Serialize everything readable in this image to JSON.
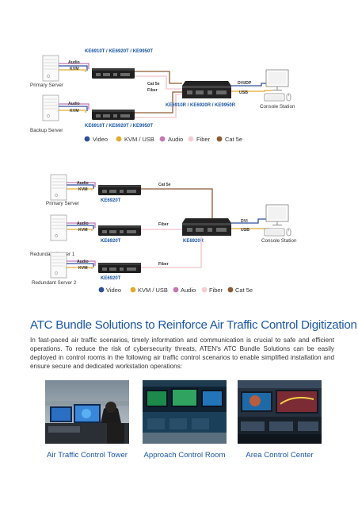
{
  "diagram1": {
    "kvm_tx_label": "KE6910T / KE6920T / KE9950T",
    "kvm_tx_label_bottom": "KE6910T / KE6920T / KE9950T",
    "kvm_rx_label": "KE6910R / KE6920R / KE9950R",
    "primary_server": "Primary Server",
    "backup_server": "Backup Server",
    "console_station": "Console Station",
    "audio": "Audio",
    "kvm": "KVM",
    "cat5e": "Cat 5e",
    "fiber": "Fiber",
    "dvi_dp": "DVI/DP",
    "usb": "USB"
  },
  "legend1": {
    "items": [
      {
        "label": "Video",
        "color": "#2e4f9a"
      },
      {
        "label": "KVM / USB",
        "color": "#e1ab2e"
      },
      {
        "label": "Audio",
        "color": "#c477b4"
      },
      {
        "label": "Fiber",
        "color": "#f4cdd4"
      },
      {
        "label": "Cat 5e",
        "color": "#8c5a33"
      }
    ]
  },
  "diagram2": {
    "primary_server": "Primary Server",
    "redundant_server_1": "Redundant Server 1",
    "redundant_server_2": "Redundant Server 2",
    "console_station": "Console Station",
    "tx_label_1": "KE6920T",
    "tx_label_2": "KE6920T",
    "tx_label_3": "KE6920T",
    "rx_label": "KE6920R",
    "audio": "Audio",
    "kvm": "KVM",
    "cat5e": "Cat 5e",
    "fiber": "Fiber",
    "dvi": "DVI",
    "usb": "USB"
  },
  "legend2": {
    "items": [
      {
        "label": "Video",
        "color": "#2e4f9a"
      },
      {
        "label": "KVM / USB",
        "color": "#e1ab2e"
      },
      {
        "label": "Audio",
        "color": "#c477b4"
      },
      {
        "label": "Fiber",
        "color": "#f4cdd4"
      },
      {
        "label": "Cat 5e",
        "color": "#8c5a33"
      }
    ]
  },
  "section": {
    "heading": "ATC Bundle Solutions to Reinforce Air Traffic Control Digitization",
    "intro": "In fast-paced air traffic scenarios, timely information and communication is crucial to safe and efficient operations. To reduce the risk of cybersecurity threats, ATEN's ATC Bundle Solutions can be easily deployed in control rooms in the following air traffic control scenarios to enable simplified installation and ensure secure and dedicated workstation operations:",
    "photos": [
      {
        "caption": "Air Traffic Control Tower"
      },
      {
        "caption": "Approach Control Room"
      },
      {
        "caption": "Area Control Center"
      }
    ]
  },
  "colors": {
    "video": "#2e4f9a",
    "kvm_usb": "#e1ab2e",
    "audio": "#c477b4",
    "fiber": "#f4cdd4",
    "cat5e": "#8c5a33",
    "model_label": "#1a57a6"
  }
}
